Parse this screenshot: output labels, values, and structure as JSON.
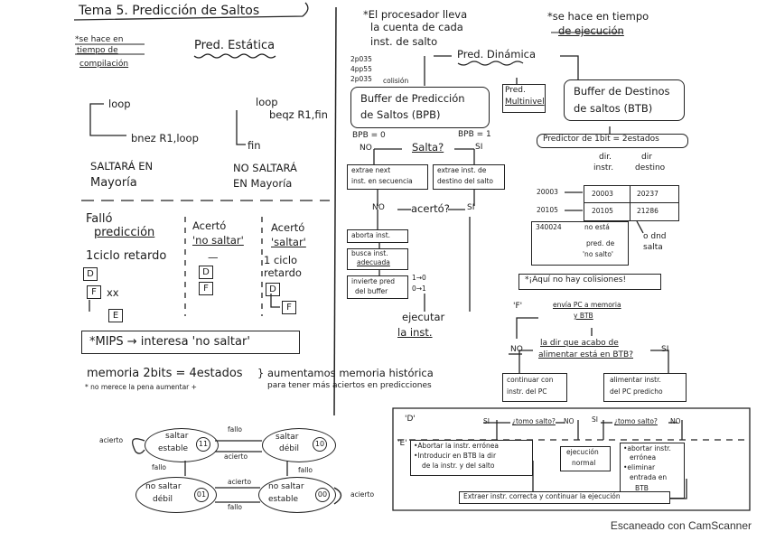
{
  "title": "Tema 5. Predicción de Saltos",
  "static": {
    "note_line1": "*se hace en",
    "note_line2": "tiempo de",
    "note_line3": "compilación",
    "heading": "Pred. Estática",
    "code_left_1": "loop",
    "code_left_2": "bnez R1,loop",
    "code_right_1": "loop",
    "code_right_2": "beqz R1,fin",
    "code_right_3": "fin",
    "caption_left_1": "SALTARÁ EN",
    "caption_left_2": "Mayoría",
    "caption_right_1": "NO SALTARÁ",
    "caption_right_2": "EN Mayoría",
    "col1_h1": "Falló",
    "col1_h2": "predicción",
    "col1_sub": "1ciclo retardo",
    "col2_h1": "Acertó",
    "col2_h2": "'no saltar'",
    "col2_dash": "—",
    "col3_h1": "Acertó",
    "col3_h2": "'saltar'",
    "col3_sub1": "1 ciclo",
    "col3_sub2": "retardo",
    "stage_d": "D",
    "stage_f": "F",
    "stage_e": "E",
    "xx": "xx",
    "mips": "*MIPS → interesa 'no saltar'"
  },
  "history": {
    "line1": "memoria 2bits = 4estados",
    "line1b": "} aumentamos memoria histórica",
    "line2": "* no merece la pena aumentar +",
    "line2b": "para tener más aciertos en predicciones",
    "states": {
      "s11_a": "saltar",
      "s11_b": "estable",
      "s11_code": "11",
      "s10_a": "saltar",
      "s10_b": "débil",
      "s10_code": "10",
      "s01_a": "no saltar",
      "s01_b": "débil",
      "s01_code": "01",
      "s00_a": "no saltar",
      "s00_b": "estable",
      "s00_code": "00"
    },
    "edge_acierto": "acierto",
    "edge_fallo": "fallo"
  },
  "dynamic": {
    "note_1": "*El procesador lleva",
    "note_2": "la cuenta de cada",
    "note_3": "inst. de salto",
    "heading": "Pred. Dinámica",
    "mini_1": "2p035",
    "mini_2": "4pp55",
    "mini_3": "2p035",
    "mini_4": "colisión",
    "bpb_1": "Buffer de Predicción",
    "bpb_2": "de Saltos (BPB)",
    "bpb0": "BPB = 0",
    "bpb1": "BPB = 1",
    "no": "NO",
    "si": "SI",
    "salta_q": "Salta?",
    "extrae_next_1": "extrae next",
    "extrae_next_2": "inst. en secuencia",
    "extrae_dest_1": "extrae inst. de",
    "extrae_dest_2": "destino del salto",
    "acerto_q": "acertó?",
    "aborta": "aborta inst.",
    "busca_1": "busca inst.",
    "busca_2": "adecuada",
    "invierte_1": "invierte pred",
    "invierte_2": "del buffer",
    "bits_1": "1→0",
    "bits_2": "0→1",
    "ejecutar_1": "ejecutar",
    "ejecutar_2": "la inst.",
    "pred_multinivel_1": "Pred.",
    "pred_multinivel_2": "Multinivel"
  },
  "btb": {
    "note_1": "*se hace en tiempo",
    "note_2": "de ejecución",
    "box_1": "Buffer de Destinos",
    "box_2": "de saltos (BTB)",
    "predictor": "Predictor de 1bit = 2estados",
    "col_dir_1": "dir.",
    "col_dir_2": "instr.",
    "col_dest_1": "dir",
    "col_dest_2": "destino",
    "rows": [
      {
        "left": "20003",
        "instr": "20003",
        "dest": "20237"
      },
      {
        "left": "20105",
        "instr": "20105",
        "dest": "21286"
      }
    ],
    "miss_addr": "340024",
    "miss_label": "no está",
    "miss_1": "pred. de",
    "miss_2": "'no salto'",
    "side_1": "o dnd",
    "side_2": "salta",
    "colisiones": "*¡Aquí no hay colisiones!",
    "flow_f": "'F'",
    "envia_1": "envía PC a memoria",
    "envia_2": "y BTB",
    "q_1": "la dir que acabo de",
    "q_2": "alimentar está en BTB?",
    "no": "NO",
    "si": "SI",
    "continuar_1": "continuar con",
    "continuar_2": "instr. del PC",
    "alimentar_1": "alimentar instr.",
    "alimentar_2": "del PC predicho",
    "flow_d": "'D'",
    "flow_e": "'E'",
    "tomo_salto": "¿tomo salto?",
    "abortar_1": "•Abortar la instr. errónea",
    "abortar_2": "•Introducir en BTB la dir",
    "abortar_3": "de la instr. y del salto",
    "ejecucion_1": "ejecución",
    "ejecucion_2": "normal",
    "abortar_r1": "•abortar instr.",
    "abortar_r2": "errónea",
    "abortar_r3": "•eliminar",
    "abortar_r4": "entrada en",
    "abortar_r5": "BTB",
    "extraer": "Extraer instr. correcta y continuar la ejecución"
  },
  "footer": "Escaneado con CamScanner"
}
